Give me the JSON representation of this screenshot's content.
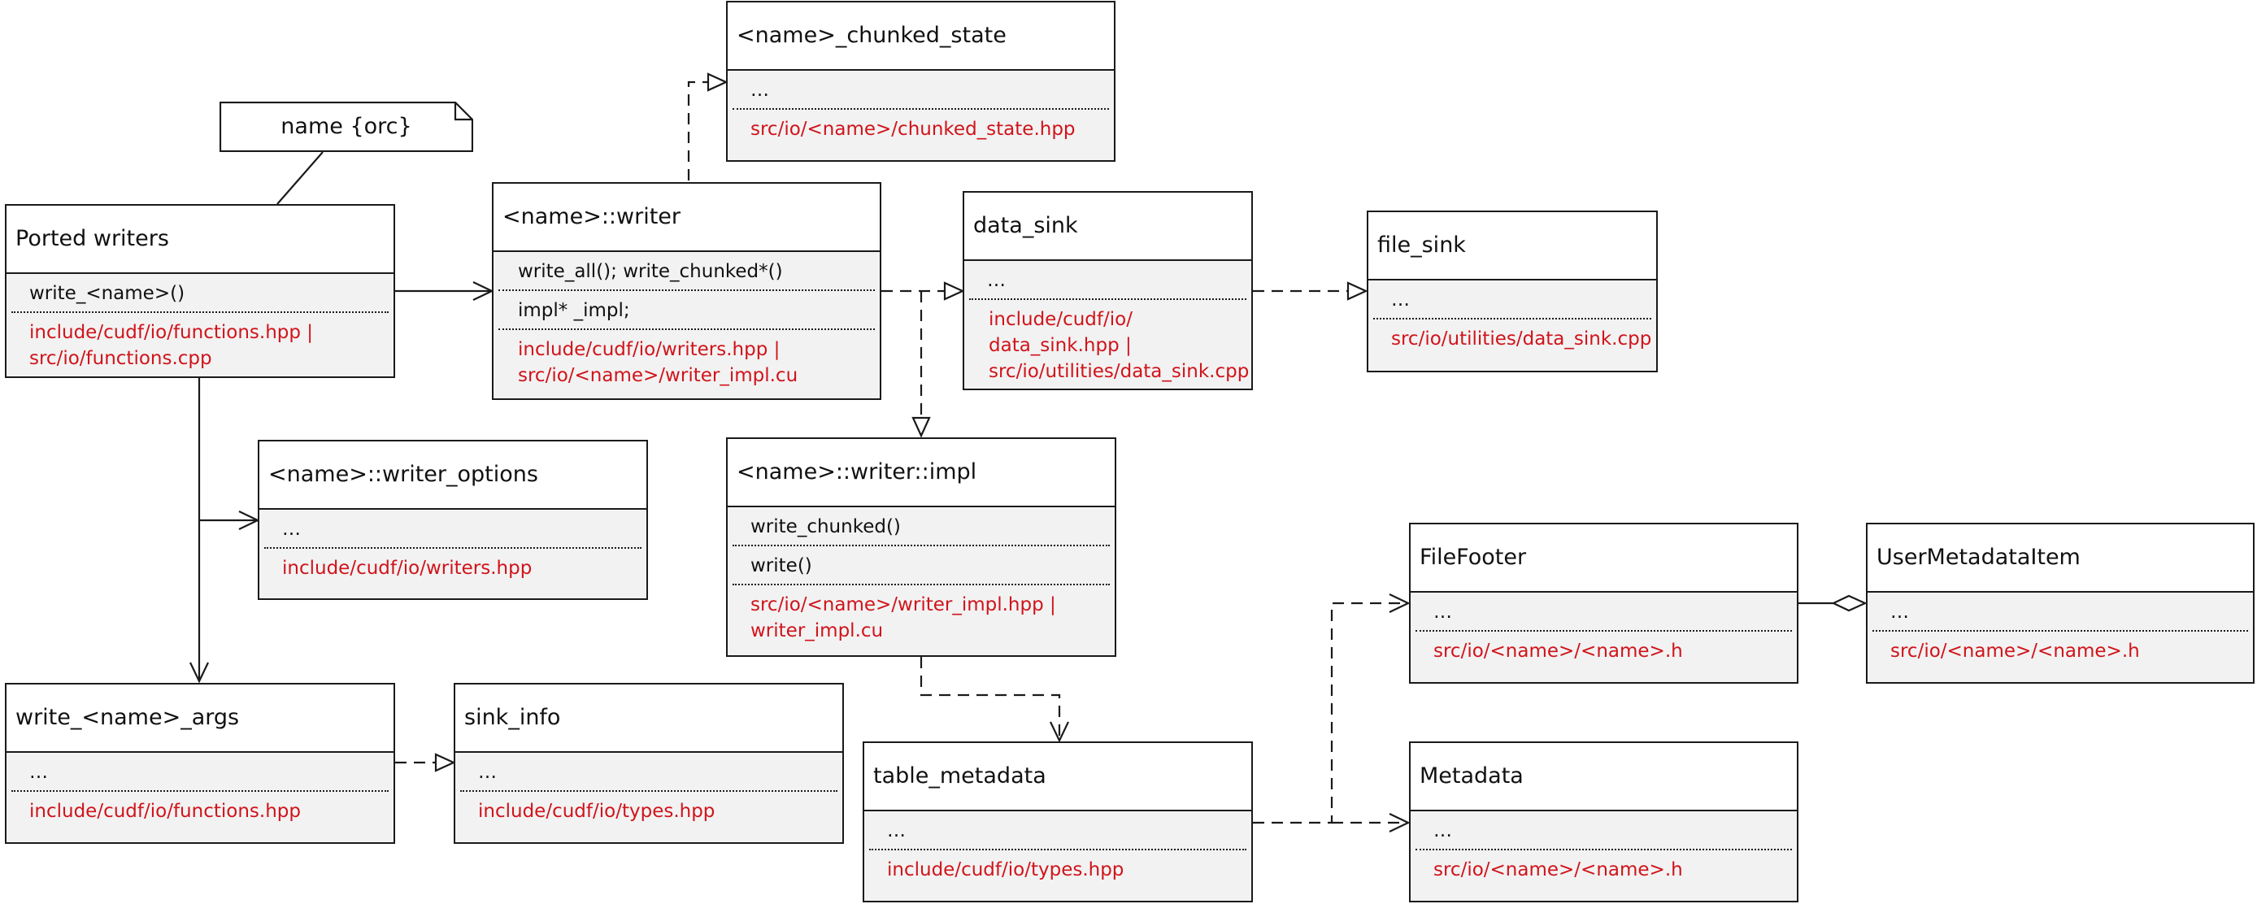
{
  "note": {
    "text": "name {orc}"
  },
  "boxes": {
    "ported_writers": {
      "title": "Ported writers",
      "members": [
        "write_<name>()"
      ],
      "path": [
        "include/cudf/io/functions.hpp |",
        "src/io/functions.cpp"
      ]
    },
    "writer": {
      "title": "<name>::writer",
      "members": [
        "write_all(); write_chunked*()",
        "impl* _impl;"
      ],
      "path": [
        "include/cudf/io/writers.hpp |",
        "src/io/<name>/writer_impl.cu"
      ]
    },
    "chunked_state": {
      "title": "<name>_chunked_state",
      "members": [
        "…"
      ],
      "path": [
        "src/io/<name>/chunked_state.hpp"
      ]
    },
    "data_sink": {
      "title": "data_sink",
      "members": [
        "…"
      ],
      "path": [
        "include/cudf/io/",
        "data_sink.hpp |",
        "src/io/utilities/data_sink.cpp"
      ]
    },
    "file_sink": {
      "title": "file_sink",
      "members": [
        "…"
      ],
      "path": [
        "src/io/utilities/data_sink.cpp"
      ]
    },
    "writer_options": {
      "title": "<name>::writer_options",
      "members": [
        "…"
      ],
      "path": [
        "include/cudf/io/writers.hpp"
      ]
    },
    "writer_impl": {
      "title": "<name>::writer::impl",
      "members": [
        "write_chunked()",
        "write()"
      ],
      "path": [
        "src/io/<name>/writer_impl.hpp |",
        "writer_impl.cu"
      ]
    },
    "write_args": {
      "title": "write_<name>_args",
      "members": [
        "…"
      ],
      "path": [
        "include/cudf/io/functions.hpp"
      ]
    },
    "sink_info": {
      "title": "sink_info",
      "members": [
        "…"
      ],
      "path": [
        "include/cudf/io/types.hpp"
      ]
    },
    "table_metadata": {
      "title": "table_metadata",
      "members": [
        "…"
      ],
      "path": [
        "include/cudf/io/types.hpp"
      ]
    },
    "file_footer": {
      "title": "FileFooter",
      "members": [
        "…"
      ],
      "path": [
        "src/io/<name>/<name>.h"
      ]
    },
    "user_metadata_item": {
      "title": "UserMetadataItem",
      "members": [
        "…"
      ],
      "path": [
        "src/io/<name>/<name>.h"
      ]
    },
    "metadata": {
      "title": "Metadata",
      "members": [
        "…"
      ],
      "path": [
        "src/io/<name>/<name>.h"
      ]
    }
  }
}
